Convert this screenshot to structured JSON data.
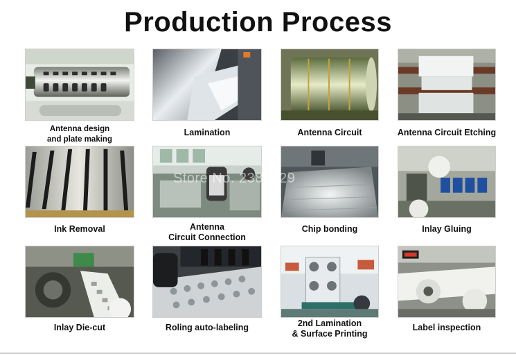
{
  "title": "Production Process",
  "steps": [
    {
      "label_line1": "Antenna design",
      "label_line2": "and plate making",
      "icon": "gravure-plate-cylinder-photo"
    },
    {
      "label_line1": "Lamination",
      "label_line2": "",
      "icon": "foil-lamination-photo"
    },
    {
      "label_line1": "Antenna Circuit",
      "label_line2": "",
      "icon": "antenna-circuit-roll-photo"
    },
    {
      "label_line1": "Antenna Circuit Etching",
      "label_line2": "",
      "icon": "etching-machine-photo"
    },
    {
      "label_line1": "Ink Removal",
      "label_line2": "",
      "icon": "ink-removal-slots-photo"
    },
    {
      "label_line1": "Antenna",
      "label_line2": "Circuit Connection",
      "icon": "circuit-connection-workshop-photo"
    },
    {
      "label_line1": "Chip bonding",
      "label_line2": "",
      "icon": "chip-bonding-sheet-photo"
    },
    {
      "label_line1": "Inlay Gluing",
      "label_line2": "",
      "icon": "inlay-gluing-machine-photo"
    },
    {
      "label_line1": "Inlay Die-cut",
      "label_line2": "",
      "icon": "die-cut-machine-photo"
    },
    {
      "label_line1": "Roling auto-labeling",
      "label_line2": "",
      "icon": "auto-labeling-photo"
    },
    {
      "label_line1": "2nd Lamination",
      "label_line2": "& Surface Printing",
      "icon": "surface-printing-machine-photo"
    },
    {
      "label_line1": "Label inspection",
      "label_line2": "",
      "icon": "label-inspection-machine-photo"
    }
  ],
  "watermark": "Store No. 2387029"
}
